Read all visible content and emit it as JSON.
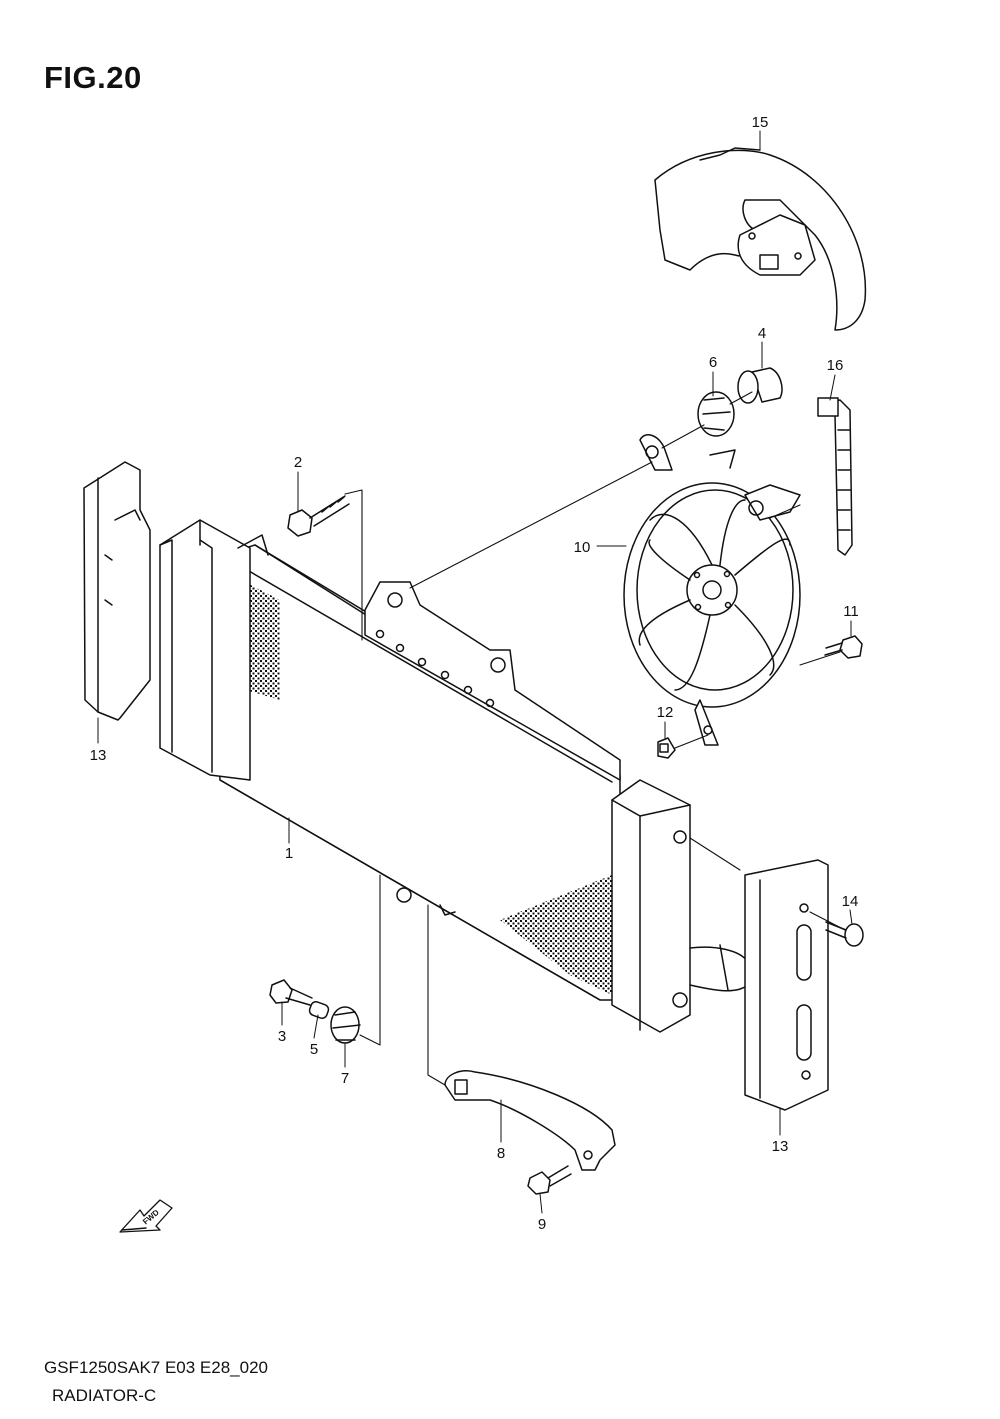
{
  "figure": {
    "title": "FIG.20",
    "code": "GSF1250SAK7 E03 E28_020",
    "name": "RADIATOR-C",
    "fwd_label": "FWD"
  },
  "callouts": [
    {
      "id": "c1",
      "label": "1"
    },
    {
      "id": "c2",
      "label": "2"
    },
    {
      "id": "c3",
      "label": "3"
    },
    {
      "id": "c4",
      "label": "4"
    },
    {
      "id": "c5",
      "label": "5"
    },
    {
      "id": "c6",
      "label": "6"
    },
    {
      "id": "c7",
      "label": "7"
    },
    {
      "id": "c8",
      "label": "8"
    },
    {
      "id": "c9",
      "label": "9"
    },
    {
      "id": "c10",
      "label": "10"
    },
    {
      "id": "c11",
      "label": "11"
    },
    {
      "id": "c12",
      "label": "12"
    },
    {
      "id": "c13a",
      "label": "13"
    },
    {
      "id": "c13b",
      "label": "13"
    },
    {
      "id": "c14",
      "label": "14"
    },
    {
      "id": "c15",
      "label": "15"
    },
    {
      "id": "c16",
      "label": "16"
    }
  ]
}
